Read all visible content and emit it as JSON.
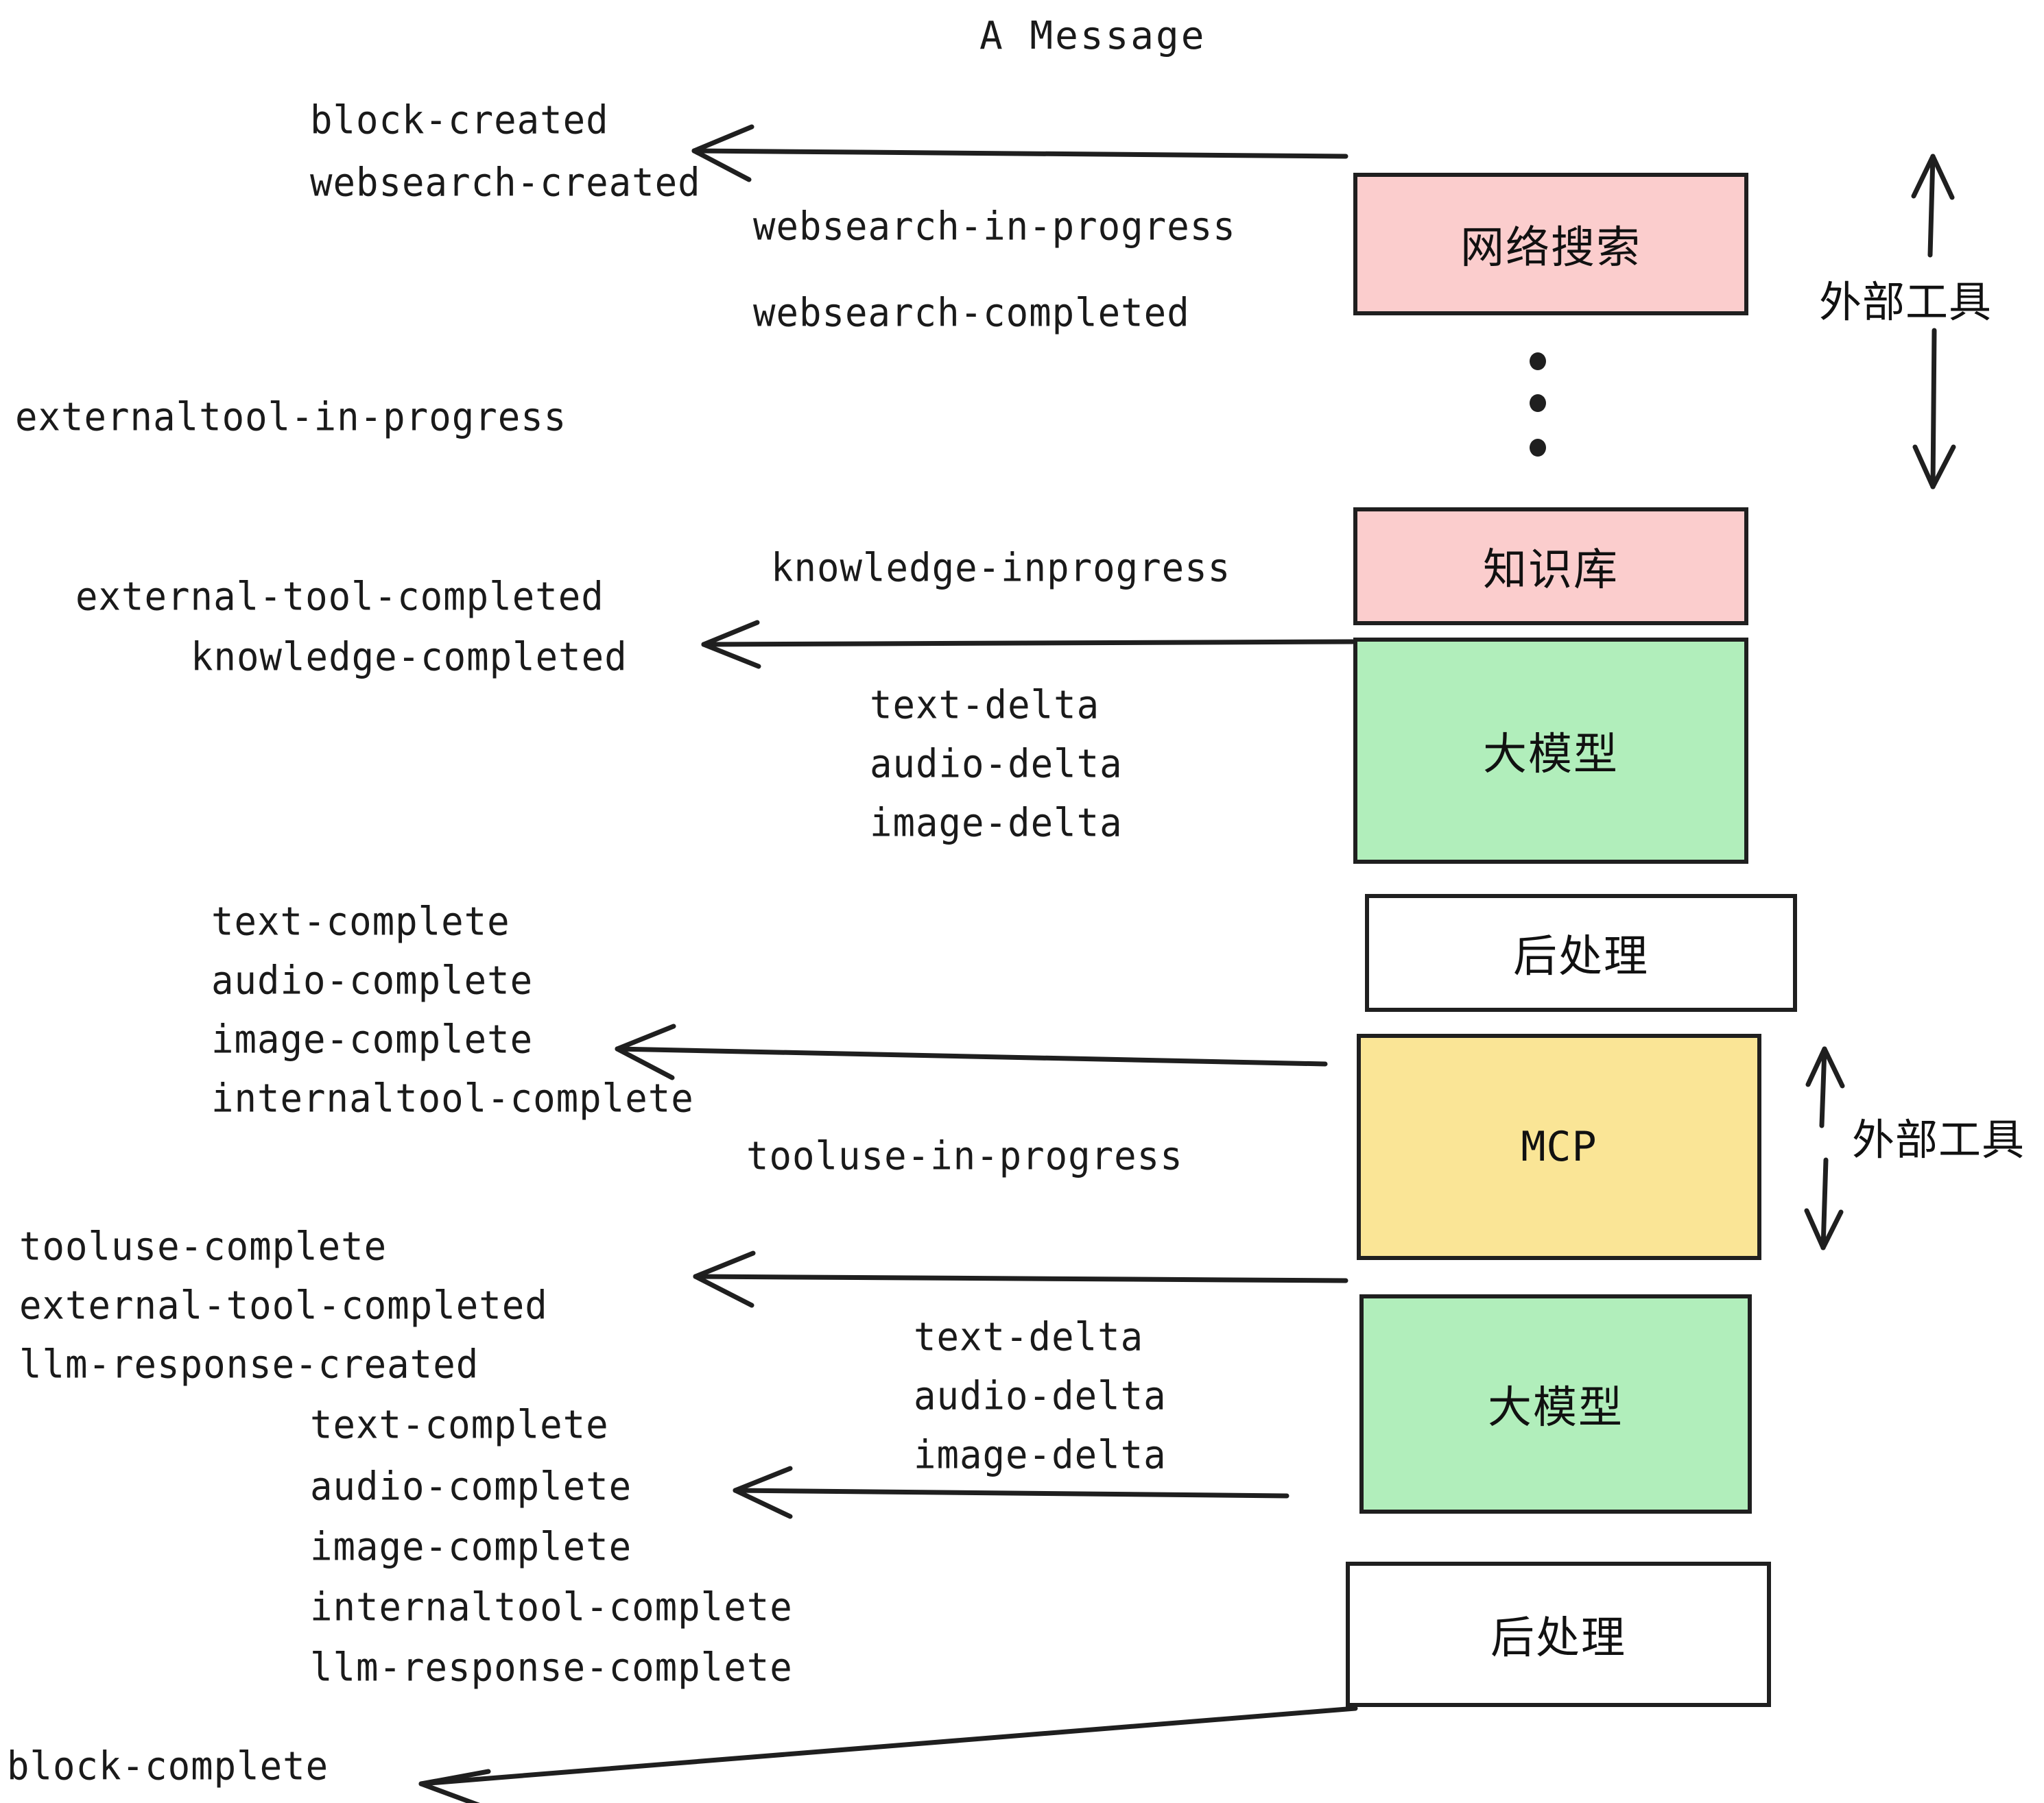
{
  "title": "A Message",
  "colors": {
    "pink": "#fbcdcd",
    "green": "#b1eebb",
    "yellow": "#fae596",
    "white": "#ffffff",
    "stroke": "#1f1f1f",
    "text": "#1a1a1a"
  },
  "boxes": [
    {
      "id": "websearch",
      "label": "网络搜索",
      "fill": "pink",
      "script": "cjk"
    },
    {
      "id": "knowledge-base",
      "label": "知识库",
      "fill": "pink",
      "script": "cjk"
    },
    {
      "id": "llm-1",
      "label": "大模型",
      "fill": "green",
      "script": "cjk"
    },
    {
      "id": "postprocess-1",
      "label": "后处理",
      "fill": "white",
      "script": "cjk"
    },
    {
      "id": "mcp",
      "label": "MCP",
      "fill": "yellow",
      "script": "latin"
    },
    {
      "id": "llm-2",
      "label": "大模型",
      "fill": "green",
      "script": "cjk"
    },
    {
      "id": "postprocess-2",
      "label": "后处理",
      "fill": "white",
      "script": "cjk"
    }
  ],
  "side_labels": [
    {
      "id": "external-tools-top",
      "label": "外部工具"
    },
    {
      "id": "external-tools-bottom",
      "label": "外部工具"
    }
  ],
  "events": [
    {
      "id": "block-created",
      "label": "block-created"
    },
    {
      "id": "websearch-created",
      "label": "websearch-created"
    },
    {
      "id": "websearch-in-progress",
      "label": "websearch-in-progress"
    },
    {
      "id": "websearch-completed",
      "label": "websearch-completed"
    },
    {
      "id": "externaltool-in-progress",
      "label": "externaltool-in-progress"
    },
    {
      "id": "knowledge-inprogress",
      "label": "knowledge-inprogress"
    },
    {
      "id": "external-tool-completed-1",
      "label": "external-tool-completed"
    },
    {
      "id": "knowledge-completed",
      "label": "knowledge-completed"
    },
    {
      "id": "text-delta-1",
      "label": "text-delta"
    },
    {
      "id": "audio-delta-1",
      "label": "audio-delta"
    },
    {
      "id": "image-delta-1",
      "label": "image-delta"
    },
    {
      "id": "text-complete-1",
      "label": "text-complete"
    },
    {
      "id": "audio-complete-1",
      "label": "audio-complete"
    },
    {
      "id": "image-complete-1",
      "label": "image-complete"
    },
    {
      "id": "internaltool-complete-1",
      "label": "internaltool-complete"
    },
    {
      "id": "tooluse-in-progress",
      "label": "tooluse-in-progress"
    },
    {
      "id": "tooluse-complete",
      "label": "tooluse-complete"
    },
    {
      "id": "external-tool-completed-2",
      "label": "external-tool-completed"
    },
    {
      "id": "llm-response-created",
      "label": "llm-response-created"
    },
    {
      "id": "text-delta-2",
      "label": "text-delta"
    },
    {
      "id": "audio-delta-2",
      "label": "audio-delta"
    },
    {
      "id": "image-delta-2",
      "label": "image-delta"
    },
    {
      "id": "text-complete-2",
      "label": "text-complete"
    },
    {
      "id": "audio-complete-2",
      "label": "audio-complete"
    },
    {
      "id": "image-complete-2",
      "label": "image-complete"
    },
    {
      "id": "internaltool-complete-2",
      "label": "internaltool-complete"
    },
    {
      "id": "llm-response-complete",
      "label": "llm-response-complete"
    },
    {
      "id": "block-complete",
      "label": "block-complete"
    }
  ]
}
